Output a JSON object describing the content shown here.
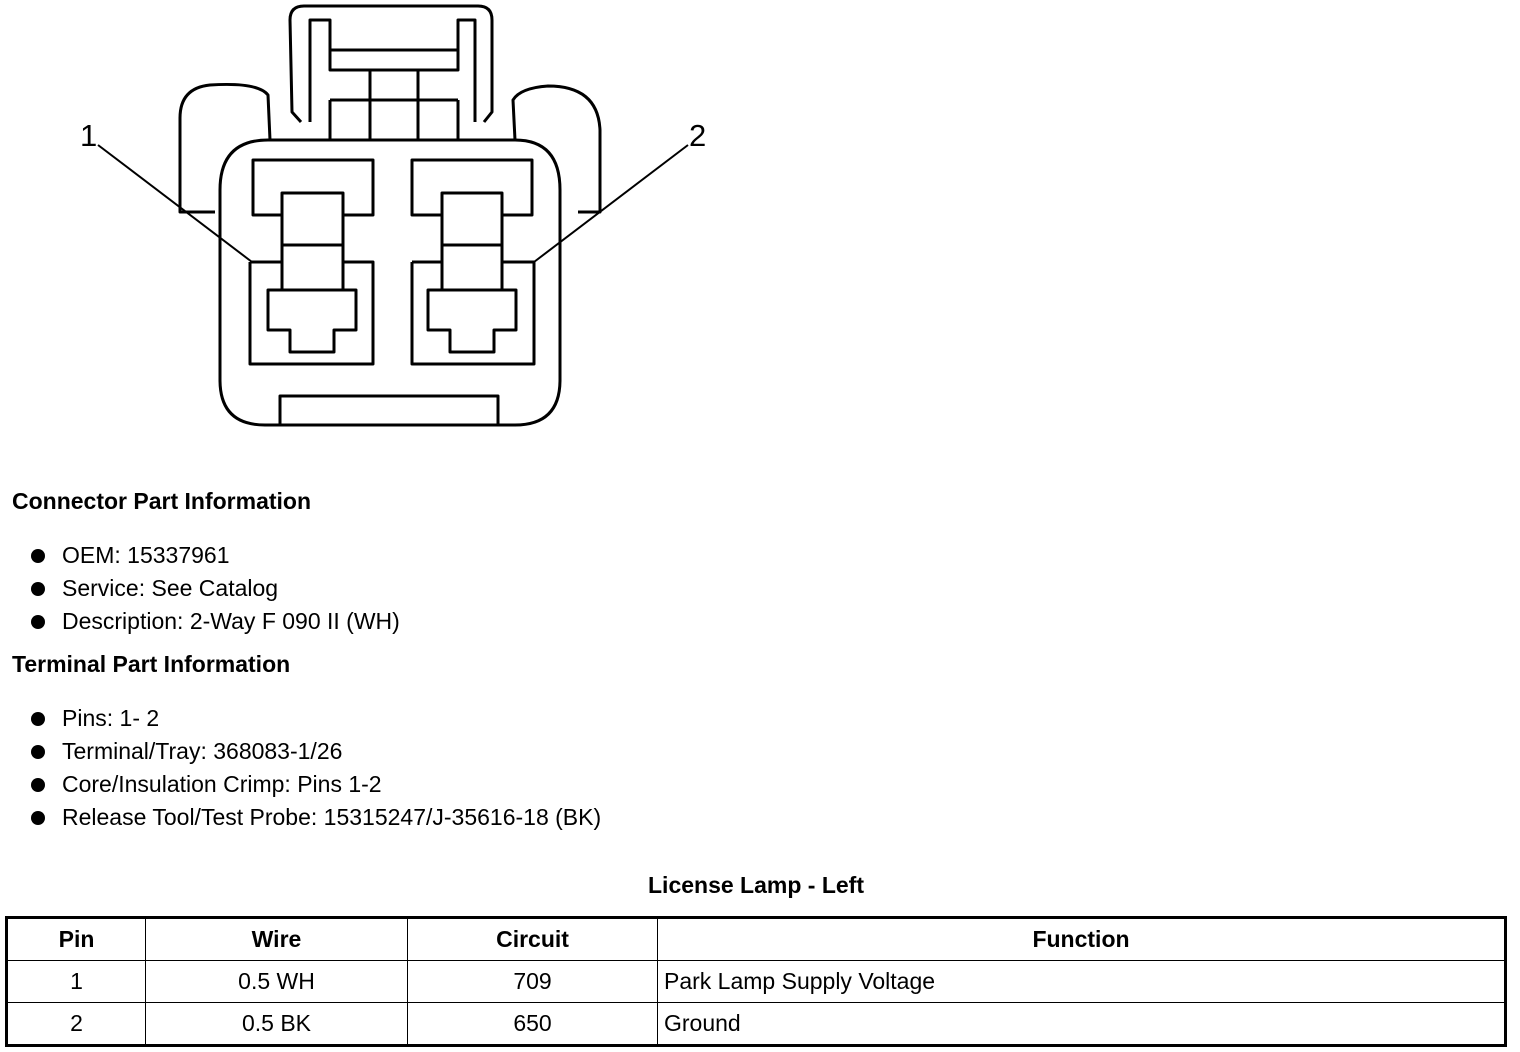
{
  "diagram": {
    "pin_labels": [
      "1",
      "2"
    ]
  },
  "connector_info": {
    "title": "Connector Part Information",
    "items": [
      "OEM: 15337961",
      "Service: See Catalog",
      "Description: 2-Way F 090 II (WH)"
    ]
  },
  "terminal_info": {
    "title": "Terminal Part Information",
    "items": [
      "Pins: 1- 2",
      "Terminal/Tray: 368083-1/26",
      "Core/Insulation Crimp: Pins 1-2",
      "Release Tool/Test Probe: 15315247/J-35616-18 (BK)"
    ]
  },
  "table": {
    "title": "License Lamp - Left",
    "headers": [
      "Pin",
      "Wire",
      "Circuit",
      "Function"
    ],
    "rows": [
      [
        "1",
        "0.5 WH",
        "709",
        "Park Lamp Supply Voltage"
      ],
      [
        "2",
        "0.5 BK",
        "650",
        "Ground"
      ]
    ]
  }
}
